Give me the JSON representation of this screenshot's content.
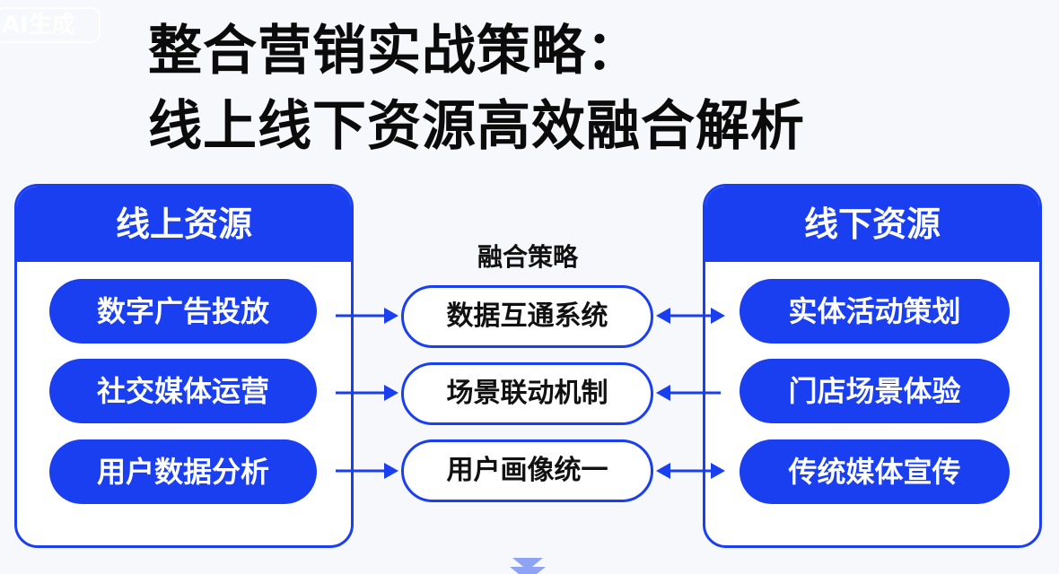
{
  "watermark": "AI生成",
  "title": {
    "line1": "整合营销实战策略：",
    "line2": "线上线下资源高效融合解析"
  },
  "online": {
    "header": "线上资源",
    "items": [
      "数字广告投放",
      "社交媒体运营",
      "用户数据分析"
    ]
  },
  "strategy": {
    "header": "融合策略",
    "items": [
      "数据互通系统",
      "场景联动机制",
      "用户画像统一"
    ]
  },
  "offline": {
    "header": "线下资源",
    "items": [
      "实体活动策划",
      "门店场景体验",
      "传统媒体宣传"
    ]
  },
  "colors": {
    "accent": "#1a3ff0"
  }
}
